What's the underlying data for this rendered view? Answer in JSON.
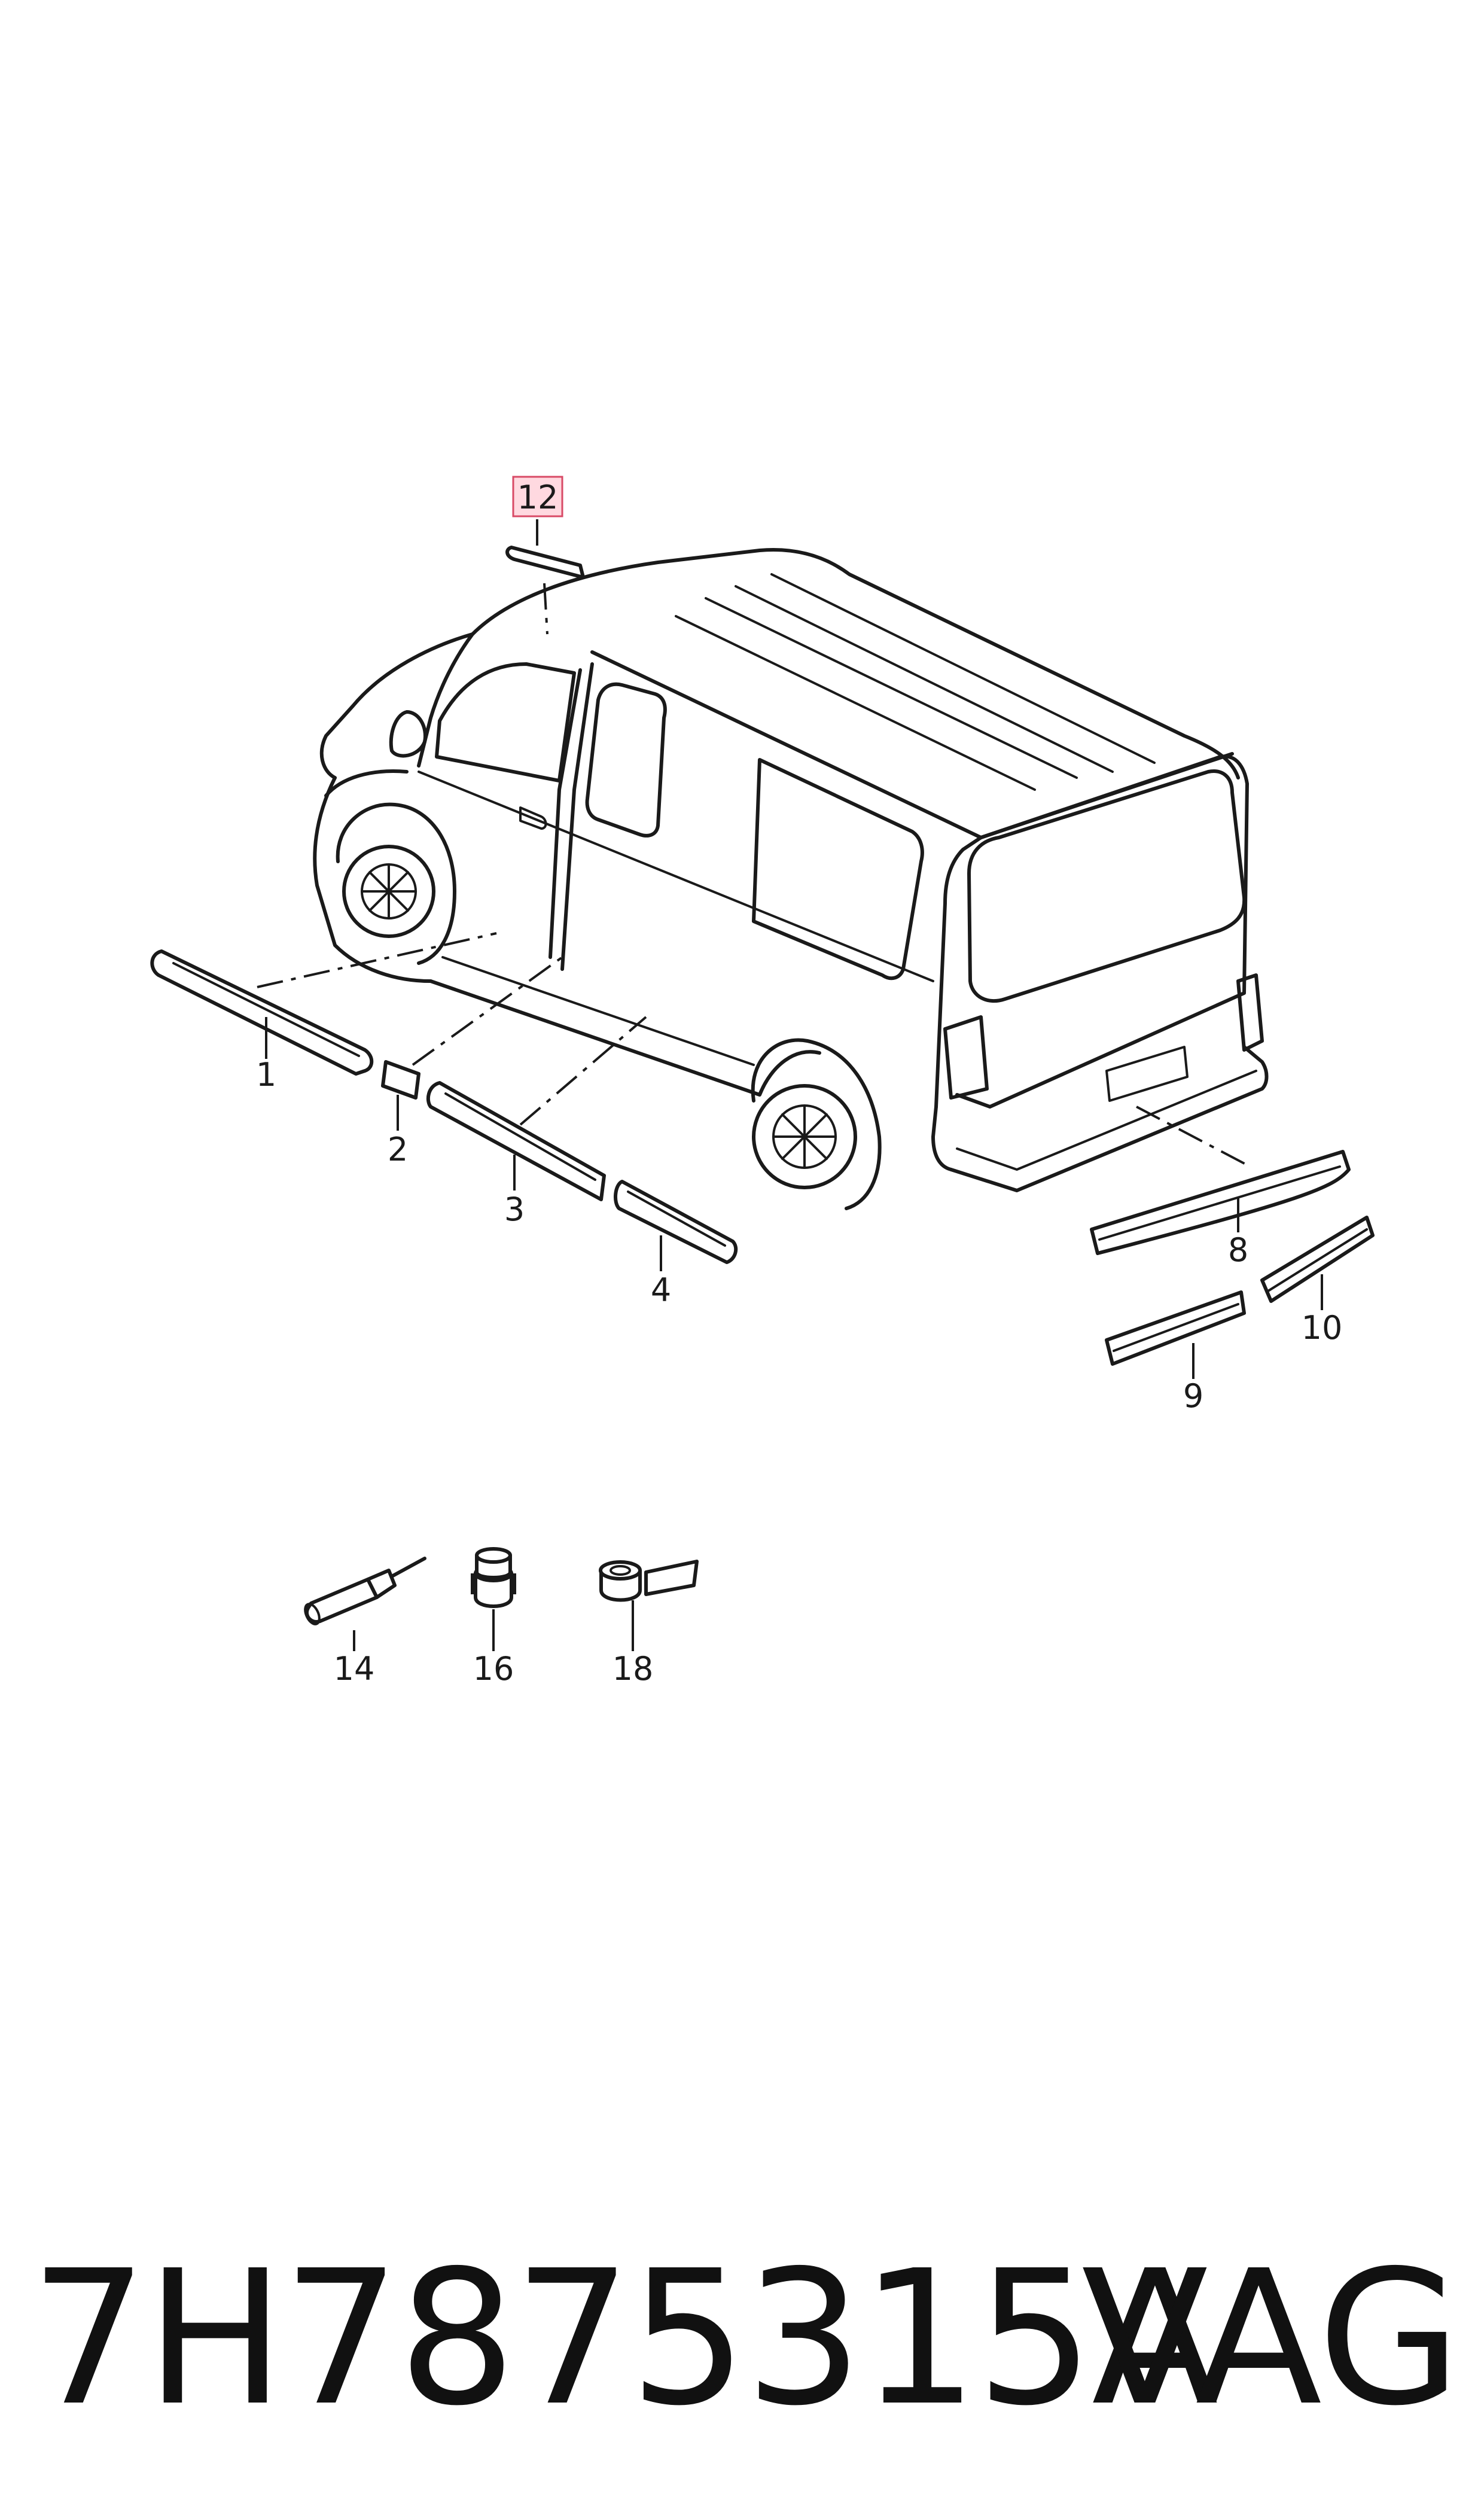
{
  "footer": {
    "part_number": "7H7875315A",
    "brand": "VAG"
  },
  "callouts": {
    "c1": "1",
    "c2": "2",
    "c3": "3",
    "c4": "4",
    "c8": "8",
    "c9": "9",
    "c10": "10",
    "c12": "12",
    "c14": "14",
    "c16": "16",
    "c18": "18"
  },
  "colors": {
    "line": "#1a1a1a",
    "highlight_fill": "#ffd9e0",
    "highlight_stroke": "#d84a66"
  },
  "icons": [
    "van-illustration",
    "trim-strip-icon",
    "applicator-icon",
    "jar-icon",
    "tape-roll-icon"
  ]
}
